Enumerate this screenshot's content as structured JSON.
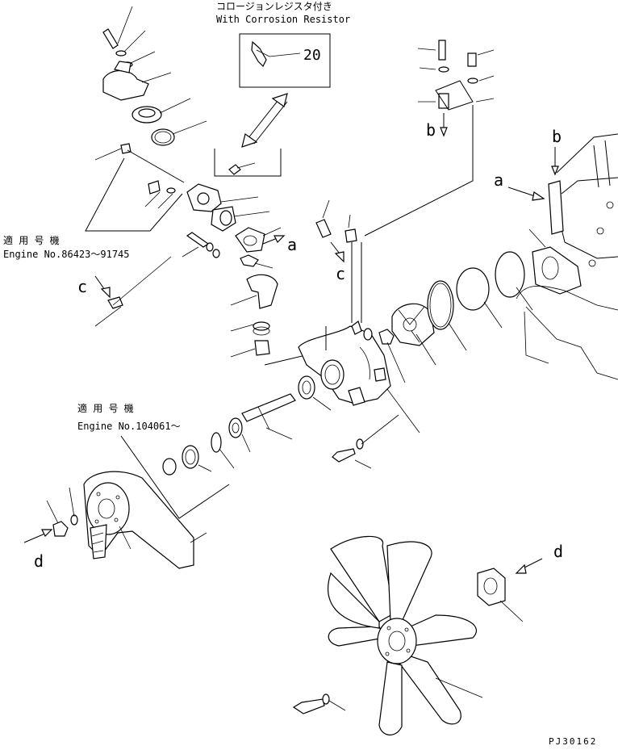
{
  "diagram": {
    "corrosion_resistor_caption_jp": "コロージョンレジスタ付き",
    "corrosion_resistor_caption_en": "With Corrosion Resistor",
    "part_20_label": "20",
    "serial_range_1_jp": "適 用 号 機",
    "serial_range_1_en": "Engine No.86423～91745",
    "serial_range_2_jp": "適 用 号 機",
    "serial_range_2_en": "Engine No.104061～",
    "ref_a": "a",
    "ref_b": "b",
    "ref_c": "c",
    "ref_d": "d",
    "drawing_number": "PJ30162"
  }
}
